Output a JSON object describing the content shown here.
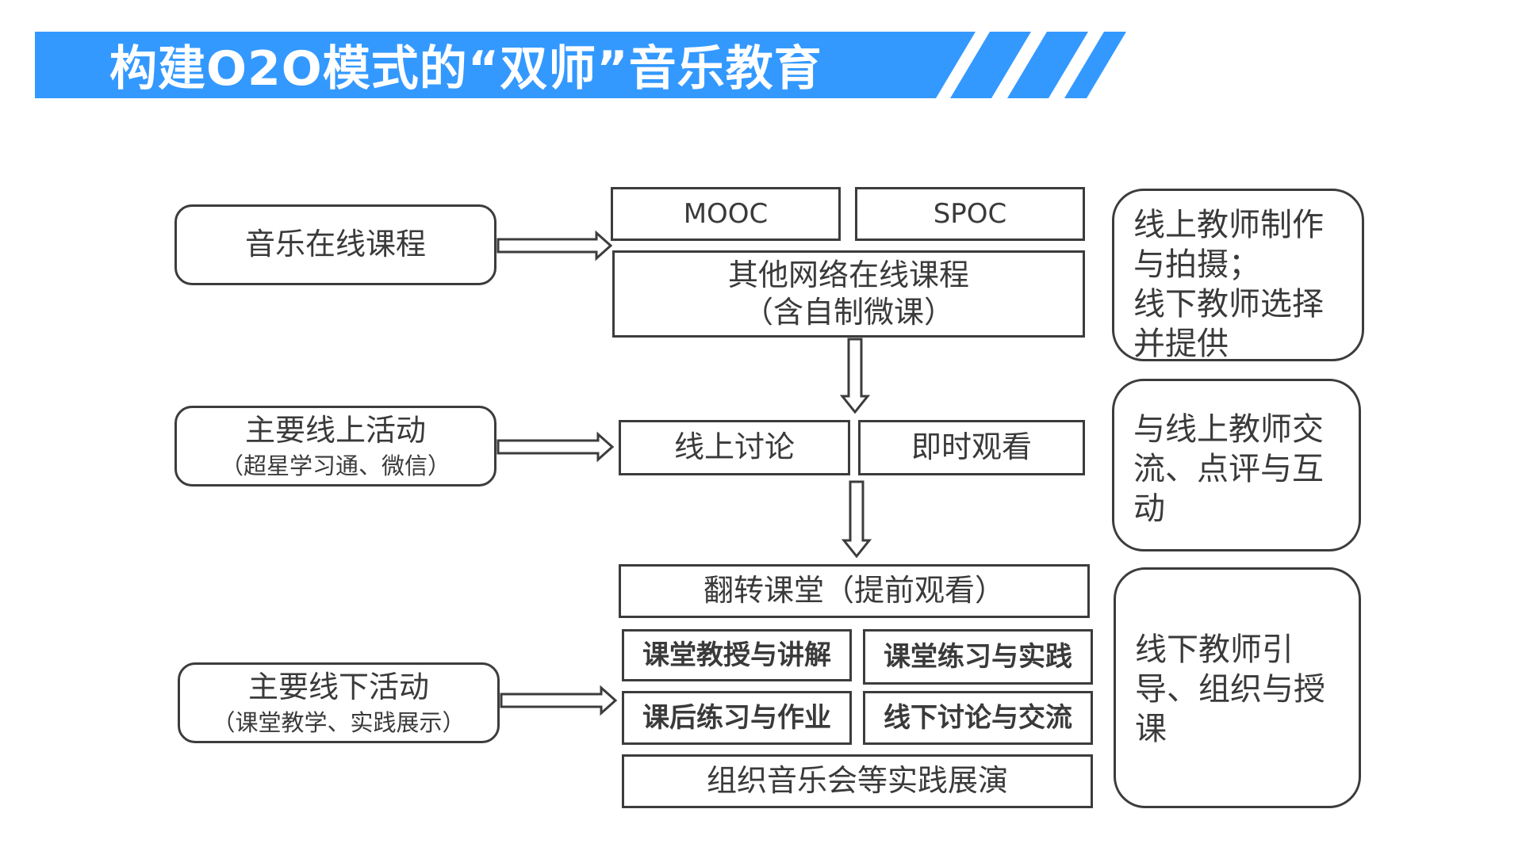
{
  "slide": {
    "title": "构建O2O模式的“双师”音乐教育",
    "accent_color": "#3399ff"
  },
  "left_column": {
    "online_courses": "音乐在线课程",
    "online_activities": {
      "title": "主要线上活动",
      "sub": "（超星学习通、微信）"
    },
    "offline_activities": {
      "title": "主要线下活动",
      "sub": "（课堂教学、实践展示）"
    }
  },
  "center_column": {
    "mooc": "MOOC",
    "spoc": "SPOC",
    "other_courses": {
      "line1": "其他网络在线课程",
      "line2": "（含自制微课）"
    },
    "online_discussion": "线上讨论",
    "instant_viewing": "即时观看",
    "flipped_classroom": "翻转课堂（提前观看）",
    "class_teaching": "课堂教授与讲解",
    "class_practice": "课堂练习与实践",
    "homework": "课后练习与作业",
    "offline_discussion": "线下讨论与交流",
    "concerts": "组织音乐会等实践展演"
  },
  "right_column": {
    "note1": [
      "线上教师制作",
      "与拍摄；",
      "线下教师选择",
      "并提供"
    ],
    "note2": [
      "与线上教师交",
      "流、点评与互",
      "动"
    ],
    "note3": [
      "线下教师引",
      "导、组织与授",
      "课"
    ]
  }
}
